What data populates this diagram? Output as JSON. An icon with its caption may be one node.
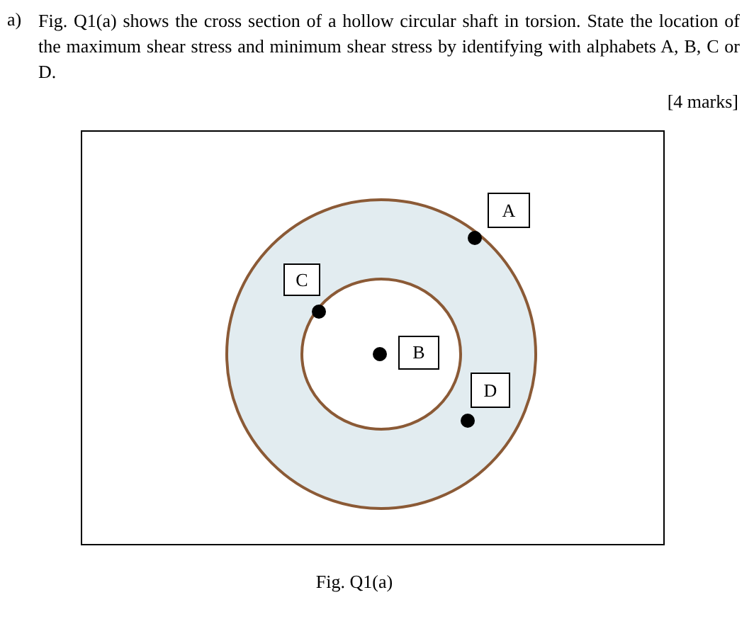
{
  "diagram": {
    "caption": "Fig. Q1(a)",
    "nodes": [
      {
        "text": [
          "A"
        ]
      },
      {
        "text": [
          "C"
        ]
      },
      {
        "text": [
          "B"
        ]
      },
      {
        "text": [
          "D"
        ]
      }
    ],
    "labels": [
      "a)",
      "Fig. Q1(a) shows the cross section of a hollow circular shaft in torsion. State the location of the maximum shear stress and minimum shear stress by identifying with alphabets A, B, C or D.",
      "[4 marks]"
    ]
  }
}
